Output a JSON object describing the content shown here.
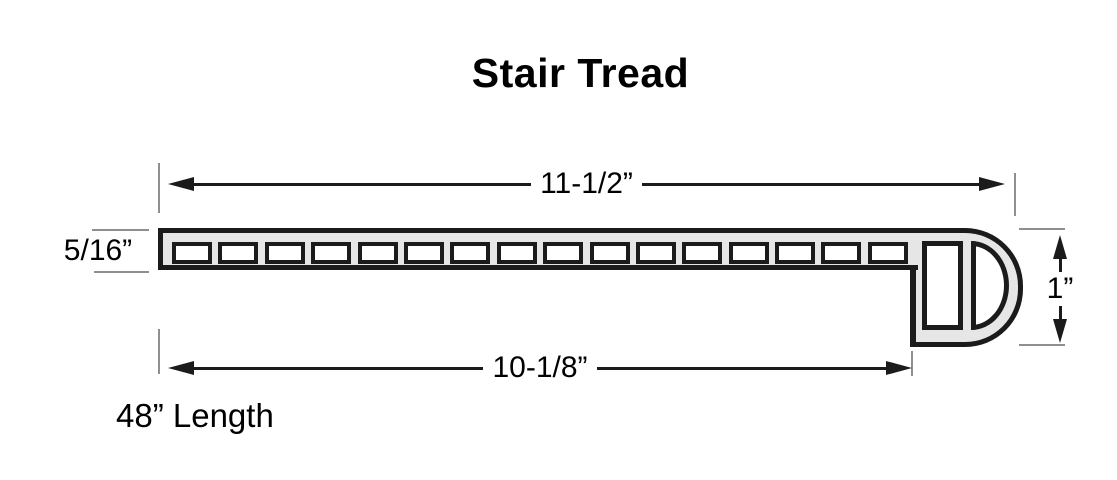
{
  "title": "Stair Tread",
  "colors": {
    "background": "#ffffff",
    "outline": "#1b1b1b",
    "fill": "#e6e6e6",
    "hollow": "#ffffff",
    "extension": "#8f8f8f",
    "text": "#000000"
  },
  "profile": {
    "description": "stair tread extrusion cross-section with hollow ribbed body and round bullnose",
    "rib_count": 16
  },
  "dimensions": {
    "top_width": "11-1/2”",
    "bottom_width": "10-1/8”",
    "thickness": "5/16”",
    "nose_height": "1”",
    "length_note": "48” Length"
  }
}
